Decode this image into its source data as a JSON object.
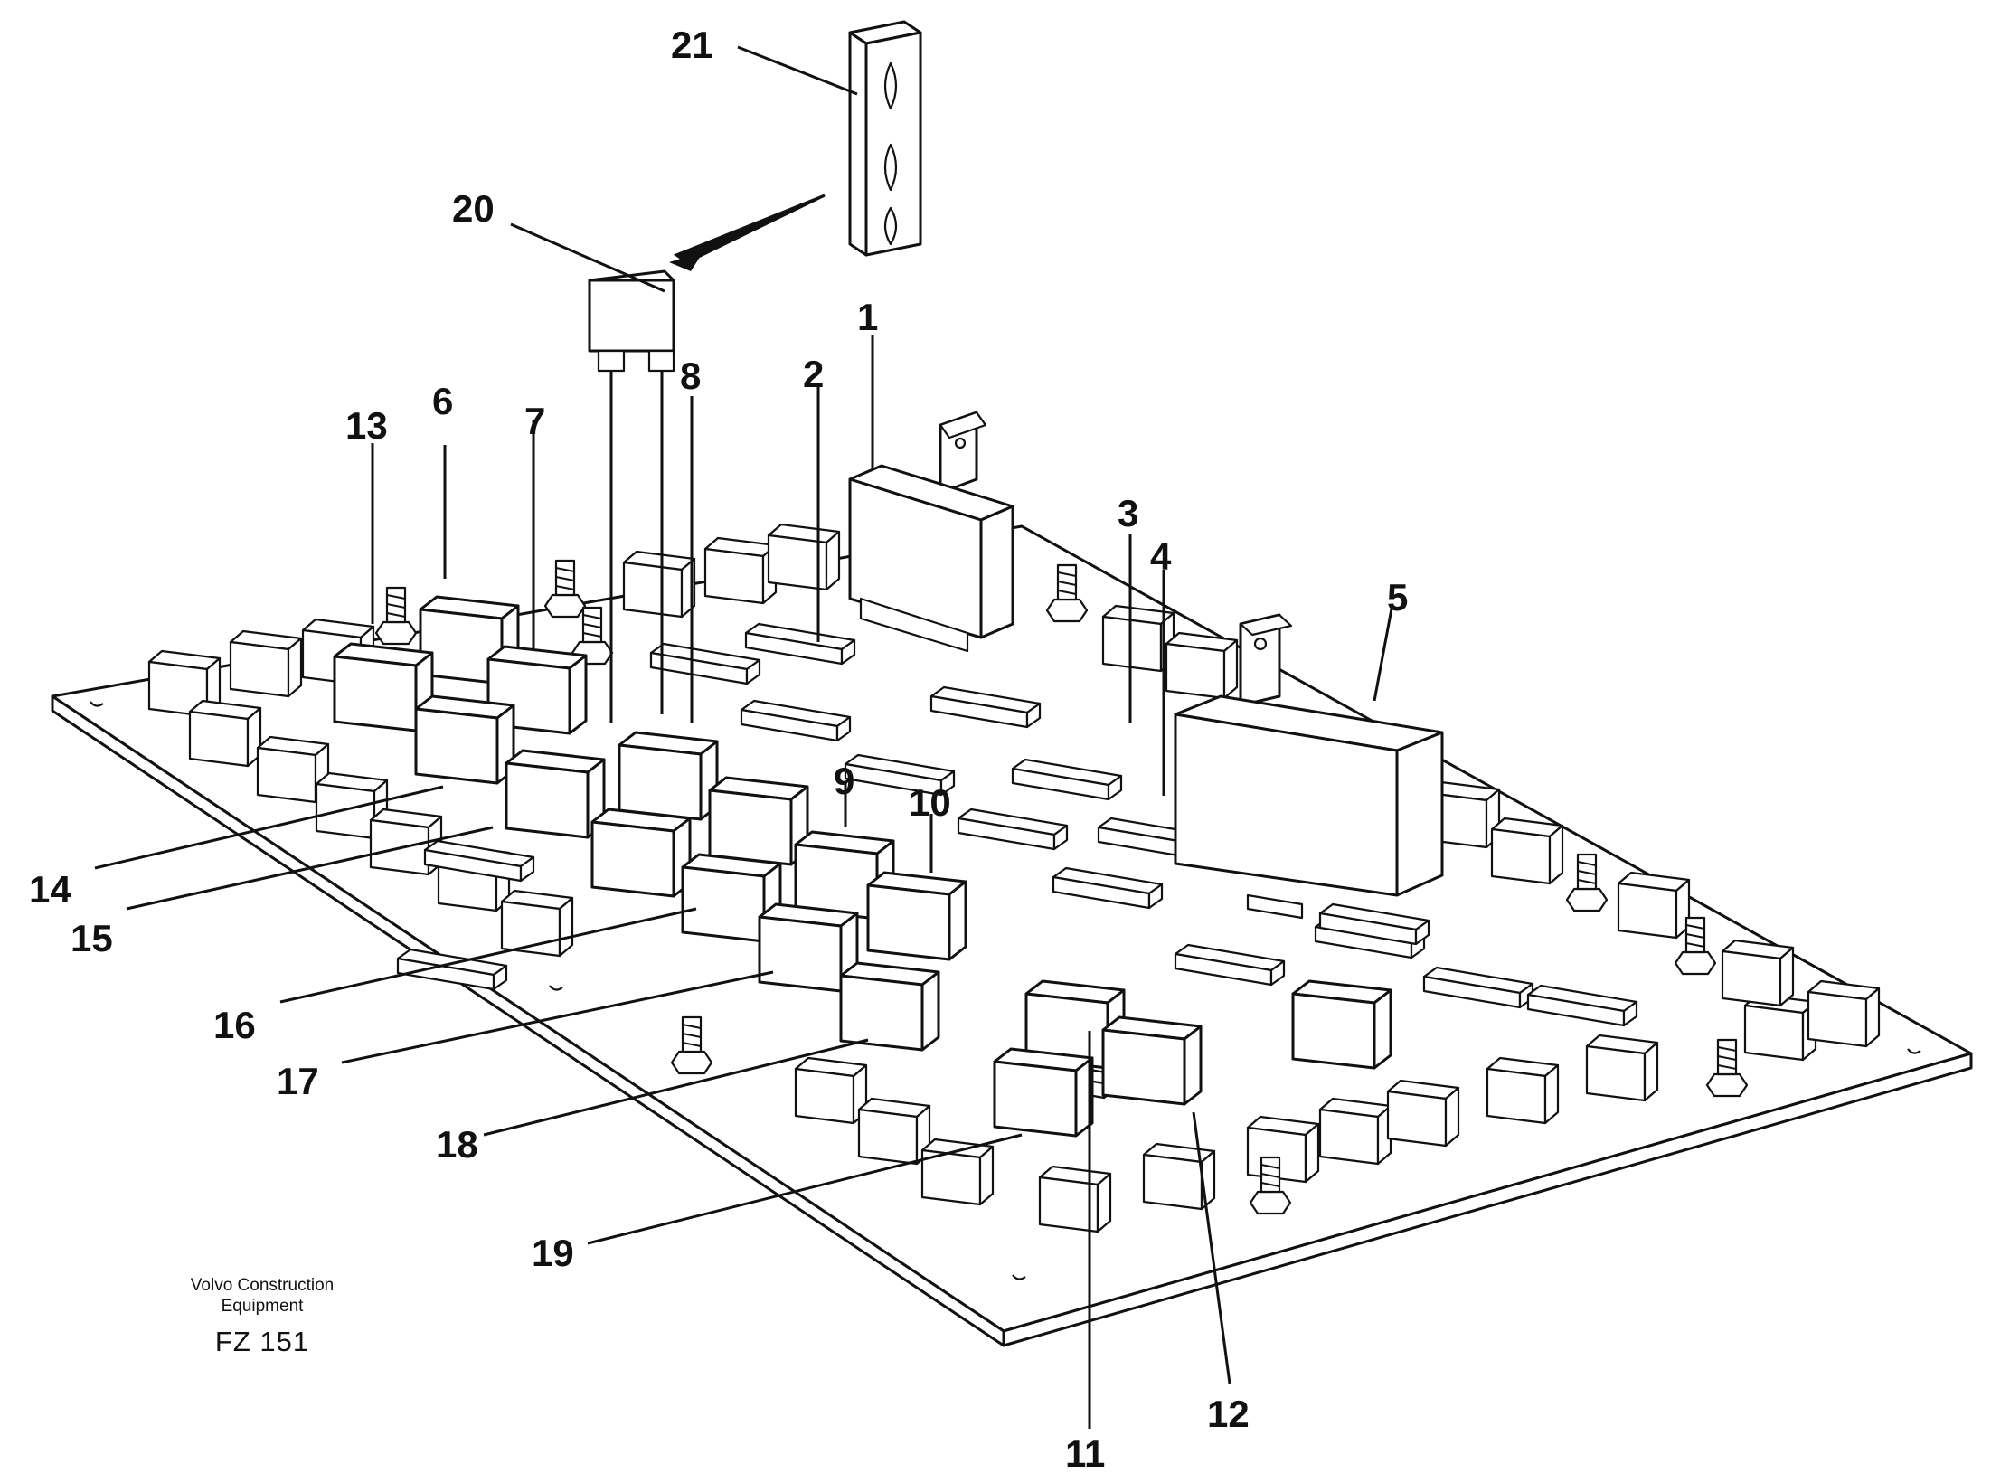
{
  "figure": {
    "callouts": [
      "1",
      "2",
      "3",
      "4",
      "5",
      "6",
      "7",
      "8",
      "9",
      "10",
      "11",
      "12",
      "13",
      "14",
      "15",
      "16",
      "17",
      "18",
      "19",
      "20",
      "21"
    ]
  },
  "caption": {
    "company_line1": "Volvo Construction",
    "company_line2": "Equipment",
    "figure_code": "FZ 151"
  }
}
